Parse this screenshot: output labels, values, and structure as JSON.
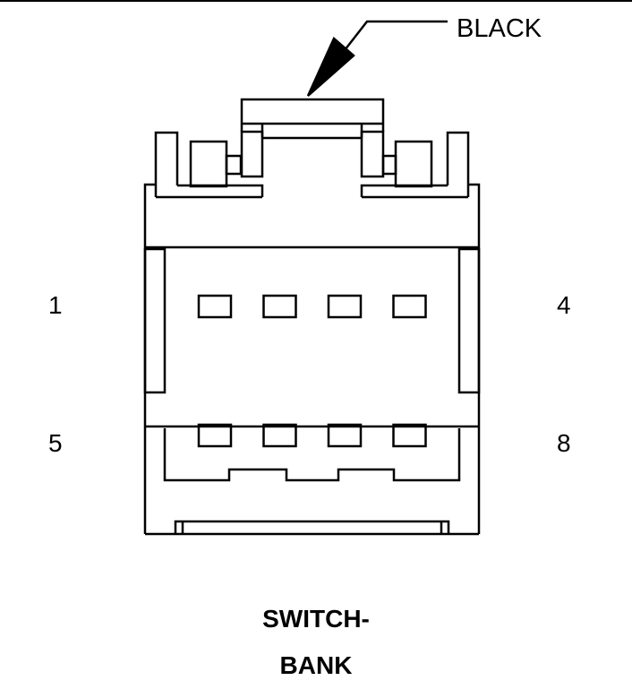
{
  "connector": {
    "color_label": "BLACK",
    "pin_labels": {
      "top_left": "1",
      "top_right": "4",
      "bottom_left": "5",
      "bottom_right": "8"
    },
    "title_line1": "SWITCH-",
    "title_line2": "BANK",
    "pins_per_row": 4,
    "rows": 2
  },
  "colors": {
    "line": "#000000",
    "background": "#ffffff"
  }
}
